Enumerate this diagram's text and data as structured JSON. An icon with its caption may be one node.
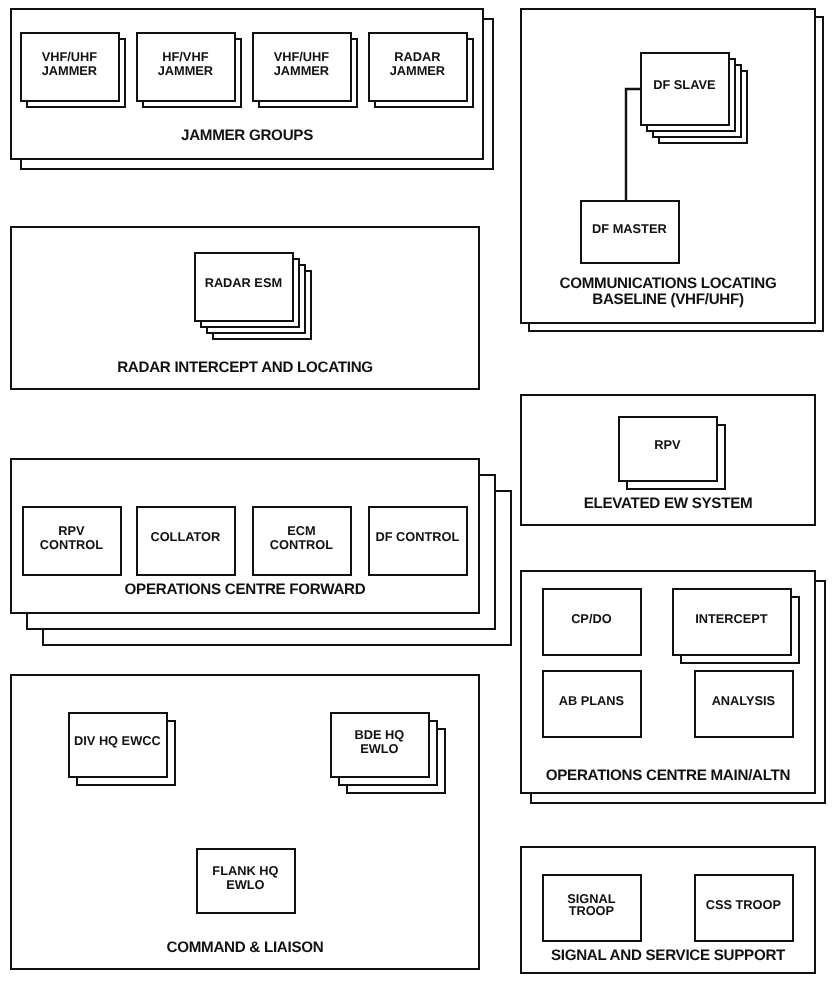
{
  "diagram": {
    "nodes": [
      {
        "text": [
          "JAMMER GROUPS"
        ]
      },
      {
        "text": [
          "VHF/UHF JAMMER"
        ],
        "in": 0
      },
      {
        "text": [
          "HF/VHF JAMMER"
        ],
        "in": 0
      },
      {
        "text": [
          "VHF/UHF JAMMER"
        ],
        "in": 0
      },
      {
        "text": [
          "RADAR JAMMER"
        ],
        "in": 0
      },
      {
        "text": [
          "COMMUNICATIONS LOCATING BASELINE (VHF/UHF)"
        ]
      },
      {
        "text": [
          "DF SLAVE"
        ],
        "in": 5
      },
      {
        "text": [
          "DF MASTER"
        ],
        "in": 5
      },
      {
        "text": [
          "RADAR INTERCEPT AND LOCATING"
        ]
      },
      {
        "text": [
          "RADAR ESM"
        ],
        "in": 8
      },
      {
        "text": [
          "ELEVATED EW SYSTEM"
        ]
      },
      {
        "text": [
          "RPV"
        ],
        "in": 10
      },
      {
        "text": [
          "OPERATIONS CENTRE FORWARD"
        ]
      },
      {
        "text": [
          "RPV CONTROL"
        ],
        "in": 12
      },
      {
        "text": [
          "COLLATOR"
        ],
        "in": 12
      },
      {
        "text": [
          "ECM CONTROL"
        ],
        "in": 12
      },
      {
        "text": [
          "DF CONTROL"
        ],
        "in": 12
      },
      {
        "text": [
          "OPERATIONS CENTRE MAIN/ALTN"
        ]
      },
      {
        "text": [
          "CP/DO"
        ],
        "in": 17
      },
      {
        "text": [
          "INTERCEPT"
        ],
        "in": 17
      },
      {
        "text": [
          "AB PLANS"
        ],
        "in": 17
      },
      {
        "text": [
          "ANALYSIS"
        ],
        "in": 17
      },
      {
        "text": [
          "COMMAND & LIAISON"
        ]
      },
      {
        "text": [
          "DIV HQ EWCC"
        ],
        "in": 22
      },
      {
        "text": [
          "BDE HQ EWLO"
        ],
        "in": 22
      },
      {
        "text": [
          "FLANK HQ EWLO"
        ],
        "in": 22
      },
      {
        "text": [
          "SIGNAL AND SERVICE SUPPORT"
        ]
      },
      {
        "text": [
          "SIGNAL TROOP"
        ],
        "in": 26
      },
      {
        "text": [
          "CSS TROOP"
        ],
        "in": 26
      }
    ],
    "edges": [
      {
        "from": 7,
        "to": 6,
        "arrow": "none"
      }
    ]
  }
}
